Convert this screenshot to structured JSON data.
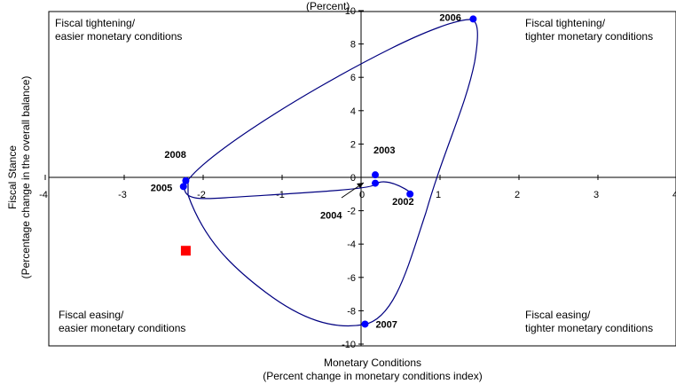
{
  "chart_data": {
    "type": "scatter",
    "title_top_fragment": "(Percent)",
    "xlabel": "Monetary Conditions",
    "xlabel_sub": "(Percent change in monetary conditions index)",
    "ylabel": "Fiscal Stance",
    "ylabel_sub": "(Percentage change in the overall balance)",
    "xlim": [
      -4,
      4
    ],
    "ylim": [
      -10,
      10
    ],
    "x_ticks": [
      -4,
      -3,
      -2,
      -1,
      0,
      1,
      2,
      3,
      4
    ],
    "x_tick_labels": [
      "-4",
      "-3",
      "-2",
      "-1",
      "0",
      "1",
      "2",
      "3",
      "4"
    ],
    "y_ticks": [
      -10,
      -8,
      -6,
      -4,
      -2,
      0,
      2,
      4,
      6,
      8,
      10
    ],
    "y_tick_labels": [
      "-10",
      "-8",
      "-6",
      "-4",
      "-2",
      "0",
      "2",
      "4",
      "6",
      "8",
      "10"
    ],
    "points": [
      {
        "year": "2002",
        "x": 0.62,
        "y": -1.0
      },
      {
        "year": "2003",
        "x": 0.18,
        "y": 0.15
      },
      {
        "year": "2004",
        "x": 0.18,
        "y": -0.35
      },
      {
        "year": "2005",
        "x": -2.25,
        "y": -0.55
      },
      {
        "year": "2006",
        "x": 1.42,
        "y": 9.5
      },
      {
        "year": "2007",
        "x": 0.05,
        "y": -8.8
      },
      {
        "year": "2008",
        "x": -2.22,
        "y": -0.2
      }
    ],
    "marker": {
      "x": -2.22,
      "y": -4.4,
      "color": "#ff0000",
      "shape": "square"
    },
    "colors": {
      "points": "#0000ff",
      "line": "#000080",
      "marker": "#ff0000"
    },
    "quadrant_labels": {
      "top_left": [
        "Fiscal tightening/",
        "easier monetary conditions"
      ],
      "top_right": [
        "Fiscal tightening/",
        "tighter monetary conditions"
      ],
      "bottom_left": [
        "Fiscal easing/",
        "easier monetary conditions"
      ],
      "bottom_right": [
        "Fiscal easing/",
        "tighter monetary conditions"
      ]
    }
  }
}
